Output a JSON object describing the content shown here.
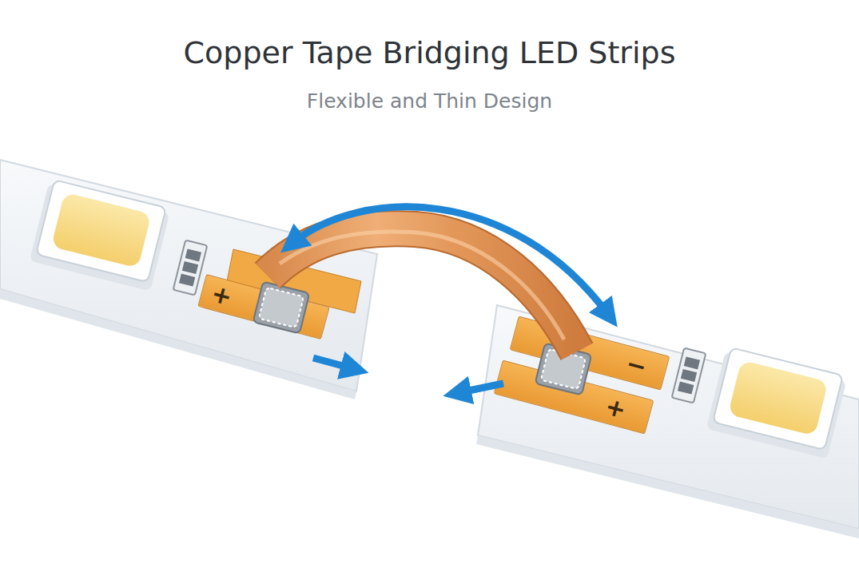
{
  "diagram": {
    "title": "Copper Tape Bridging LED Strips",
    "nodes": [
      {
        "text": [
          "+"
        ]
      },
      {
        "text": [
          "−"
        ]
      },
      {
        "text": [
          "+"
        ]
      }
    ],
    "labels": [
      "Flexible and Thin Design"
    ]
  }
}
